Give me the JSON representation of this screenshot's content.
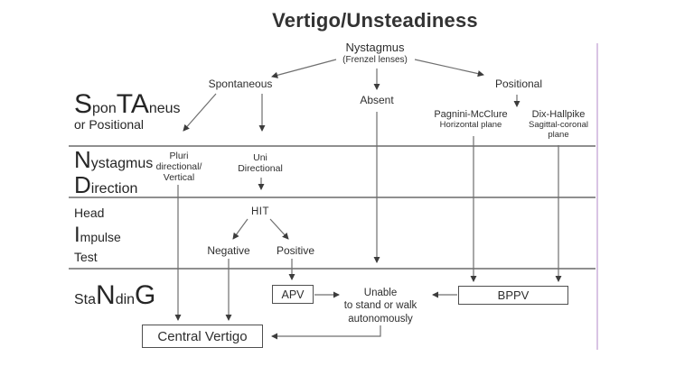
{
  "title": "Vertigo/Unsteadiness",
  "colors": {
    "text": "#2e2e2e",
    "connector": "#6f6f6f",
    "divider": "#8f8f8f",
    "accent_vertical_line": "#d9c4e4",
    "box_border": "#4f4f4f",
    "background": "#ffffff"
  },
  "tree": {
    "root": "Nystagmus",
    "root_sub": "(Frenzel lenses)",
    "spontaneous": "Spontaneous",
    "absent": "Absent",
    "positional": "Positional",
    "pagnini": "Pagnini-McClure",
    "pagnini_sub": "Horizontal plane",
    "dix": "Dix-Hallpike",
    "dix_sub1": "Sagittal-coronal",
    "dix_sub2": "plane",
    "pluri1": "Pluri",
    "pluri2": "directional/",
    "pluri3": "Vertical",
    "uni1": "Uni",
    "uni2": "Directional",
    "hit": "HIT",
    "negative": "Negative",
    "positive": "Positive",
    "unable1": "Unable",
    "unable2": "to stand or walk",
    "unable3": "autonomously"
  },
  "boxes": {
    "apv": "APV",
    "bppv": "BPPV",
    "central": "Central Vertigo"
  },
  "mnemonic": {
    "row1": {
      "s": "S",
      "pon": "pon",
      "ta": "TA",
      "neus": "neus",
      "line2": "or Positional"
    },
    "row2": {
      "n": "N",
      "ystagmus": "ystagmus",
      "d": "D",
      "irection": "irection"
    },
    "row3": {
      "head": "Head",
      "i": "I",
      "mpulse": "mpulse",
      "test": "Test"
    },
    "row4": {
      "sta": "Sta",
      "n": "N",
      "din": "din",
      "g": "G"
    }
  }
}
